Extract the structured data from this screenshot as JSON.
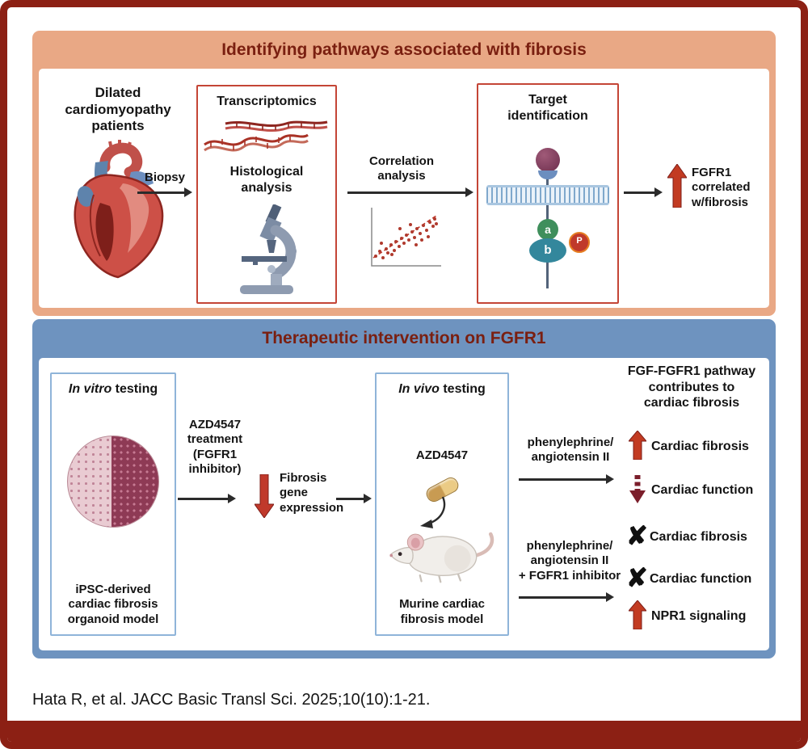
{
  "top": {
    "title": "Identifying pathways associated with fibrosis",
    "patients": "Dilated\ncardiomyopathy\npatients",
    "biopsy": "Biopsy",
    "transcriptomics": "Transcriptomics",
    "histology": "Histological\nanalysis",
    "correlation": "Correlation\nanalysis",
    "target_title": "Target\nidentification",
    "receptor": {
      "a": "a",
      "b": "b",
      "p": "P"
    },
    "finding": "FGFR1\ncorrelated\nw/fibrosis"
  },
  "bottom": {
    "title": "Therapeutic intervention on FGFR1",
    "invitro": {
      "italic": "In vitro",
      "rest": " testing",
      "caption": "iPSC-derived\ncardiac fibrosis\norganoid model"
    },
    "treatment": "AZD4547\ntreatment\n(FGFR1\ninhibitor)",
    "gene_expression": "Fibrosis\ngene\nexpression",
    "invivo": {
      "italic": "In vivo",
      "rest": " testing",
      "drug": "AZD4547",
      "caption": "Murine cardiac\nfibrosis model"
    },
    "conclusion": "FGF-FGFR1 pathway\ncontributes to\ncardiac fibrosis",
    "arm1": {
      "label": "phenylephrine/\nangiotensin II",
      "out1": {
        "marker": "increase",
        "text": "Cardiac fibrosis"
      },
      "out2": {
        "marker": "decrease-dashed",
        "text": "Cardiac function"
      }
    },
    "arm2": {
      "label": "phenylephrine/\nangiotensin II\n+ FGFR1 inhibitor",
      "out1": {
        "marker": "blocked",
        "text": "Cardiac fibrosis"
      },
      "out2": {
        "marker": "blocked",
        "text": "Cardiac function"
      },
      "out3": {
        "marker": "increase",
        "text": "NPR1 signaling"
      }
    }
  },
  "glyphs": {
    "x_mark": "✘"
  },
  "colors": {
    "frame_red": "#8C2014",
    "panel_salmon": "#E9A885",
    "panel_blue": "#6E93BF",
    "accent_red": "#C0392B"
  },
  "frame": {
    "citation": "Hata R, et al. JACC Basic Transl Sci. 2025;10(10):1-21."
  }
}
